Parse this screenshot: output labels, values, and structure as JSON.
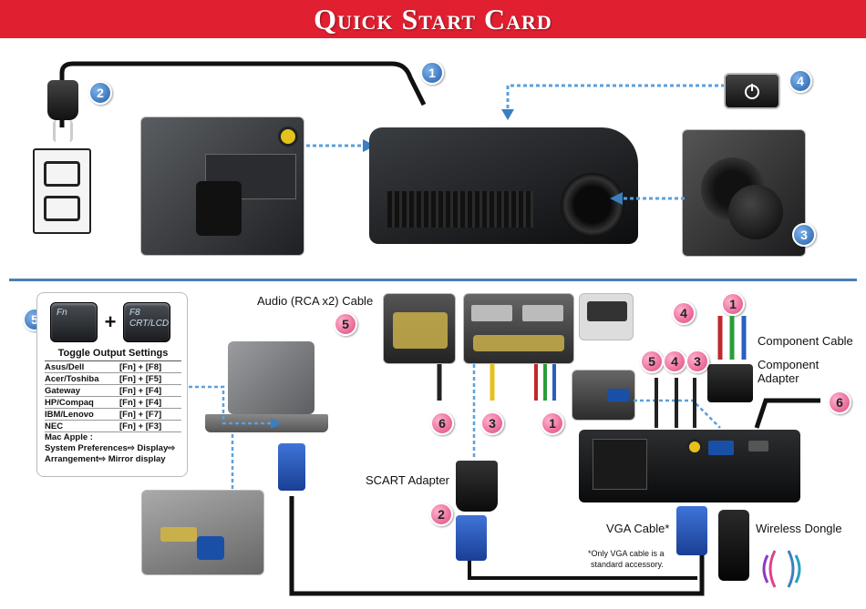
{
  "header": {
    "title": "Quick Start Card"
  },
  "colors": {
    "header_red": "#e02030",
    "badge_blue": "#1f5fa8",
    "badge_pink": "#e0457e",
    "divider_blue": "#4a7fb5"
  },
  "top_steps": [
    {
      "num": "1",
      "icon": "power-cord-icon"
    },
    {
      "num": "2",
      "icon": "plug-icon"
    },
    {
      "num": "3",
      "icon": "lens-cap-icon"
    },
    {
      "num": "4",
      "icon": "power-button-icon"
    }
  ],
  "labels": {
    "audio_cable": "Audio (RCA x2) Cable",
    "component_cable": "Component Cable",
    "component_adapter_1": "Component",
    "component_adapter_2": "Adapter",
    "scart_adapter": "SCART Adapter",
    "vga_cable": "VGA Cable*",
    "wireless_dongle": "Wireless Dongle",
    "vga_note_1": "*Only VGA cable is a",
    "vga_note_2": "standard accessory."
  },
  "toggle": {
    "badge": "5",
    "key1": "Fn",
    "key2_top": "F8",
    "key2_bottom": "CRT/LCD",
    "plus": "+",
    "title": "Toggle Output Settings",
    "brands": [
      {
        "name": "Asus/Dell",
        "keys": "[Fn] + [F8]"
      },
      {
        "name": "Acer/Toshiba",
        "keys": "[Fn] + [F5]"
      },
      {
        "name": "Gateway",
        "keys": "[Fn] + [F4]"
      },
      {
        "name": "HP/Compaq",
        "keys": "[Fn] + [F4]"
      },
      {
        "name": "IBM/Lenovo",
        "keys": "[Fn] + [F7]"
      },
      {
        "name": "NEC",
        "keys": "[Fn] + [F3]"
      }
    ],
    "mac_title": "Mac Apple :",
    "mac_line1": "System Preferences⇨ Display⇨",
    "mac_line2": "Arrangement⇨ Mirror display"
  },
  "bottom_badges": {
    "audio_5": "5",
    "hdmi_6_left": "6",
    "composite_3": "3",
    "component_1_bottom": "1",
    "component_1_top": "1",
    "audio_4": "4",
    "cable_5": "5",
    "cable_4": "4",
    "cable_3": "3",
    "hdmi_6_right": "6",
    "scart_2": "2"
  }
}
